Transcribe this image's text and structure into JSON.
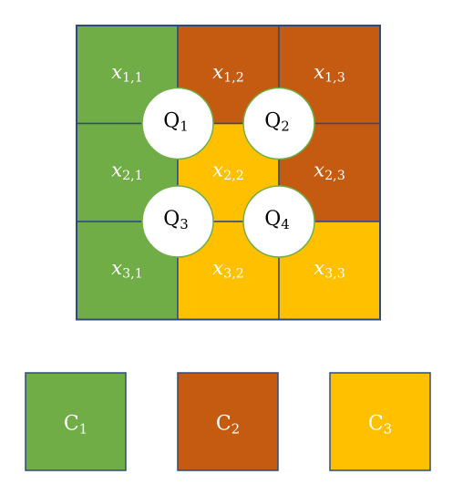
{
  "colors": {
    "green": "#70AD47",
    "orange": "#C55A11",
    "yellow": "#FFC000",
    "border": "#2F4B7C",
    "circle_stroke": "#70AD47"
  },
  "grid": {
    "cells": [
      {
        "row": 1,
        "col": 1,
        "var": "x",
        "sub": "1,1",
        "color": "green"
      },
      {
        "row": 1,
        "col": 2,
        "var": "x",
        "sub": "1,2",
        "color": "orange"
      },
      {
        "row": 1,
        "col": 3,
        "var": "x",
        "sub": "1,3",
        "color": "orange"
      },
      {
        "row": 2,
        "col": 1,
        "var": "x",
        "sub": "2,1",
        "color": "green"
      },
      {
        "row": 2,
        "col": 2,
        "var": "x",
        "sub": "2,2",
        "color": "yellow"
      },
      {
        "row": 2,
        "col": 3,
        "var": "x",
        "sub": "2,3",
        "color": "orange"
      },
      {
        "row": 3,
        "col": 1,
        "var": "x",
        "sub": "3,1",
        "color": "green"
      },
      {
        "row": 3,
        "col": 2,
        "var": "x",
        "sub": "3,2",
        "color": "yellow"
      },
      {
        "row": 3,
        "col": 3,
        "var": "x",
        "sub": "3,3",
        "color": "yellow"
      }
    ]
  },
  "nodes": [
    {
      "label": "Q",
      "sub": "1",
      "between_row": 1,
      "between_col": 1
    },
    {
      "label": "Q",
      "sub": "2",
      "between_row": 1,
      "between_col": 2
    },
    {
      "label": "Q",
      "sub": "3",
      "between_row": 2,
      "between_col": 1
    },
    {
      "label": "Q",
      "sub": "4",
      "between_row": 2,
      "between_col": 2
    }
  ],
  "legend": [
    {
      "label": "C",
      "sub": "1",
      "color": "green"
    },
    {
      "label": "C",
      "sub": "2",
      "color": "orange"
    },
    {
      "label": "C",
      "sub": "3",
      "color": "yellow"
    }
  ]
}
